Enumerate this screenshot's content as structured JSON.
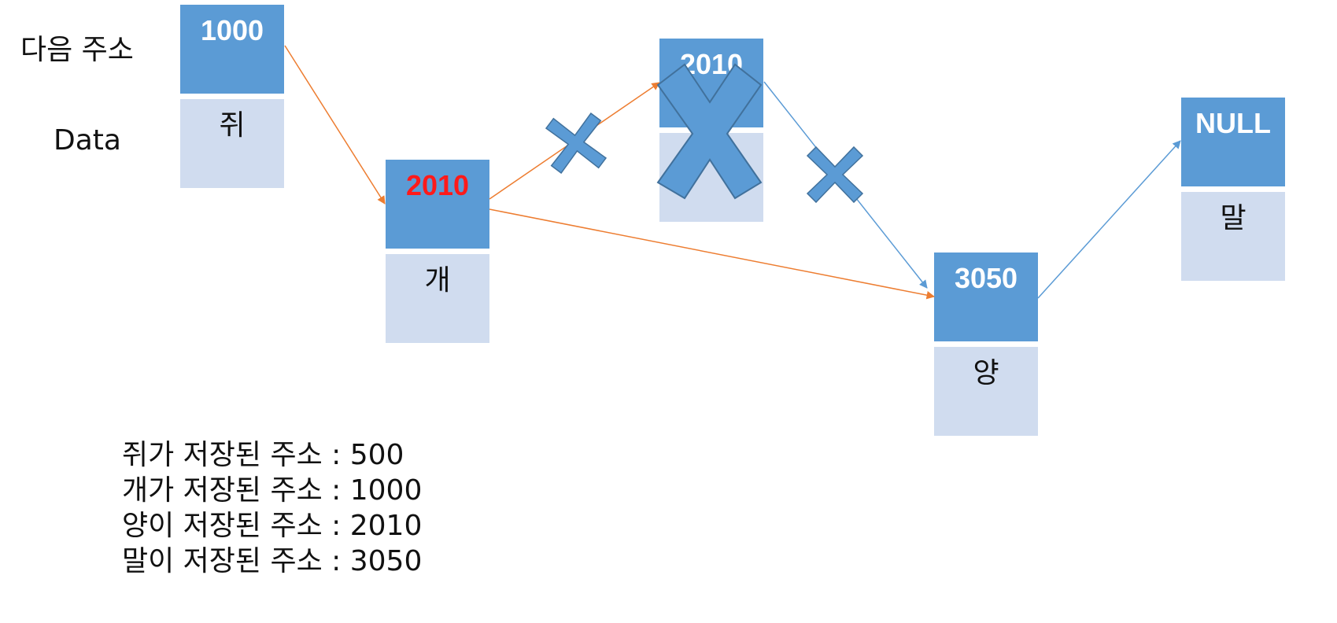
{
  "labels": {
    "next_address": "다음 주소",
    "data": "Data"
  },
  "nodes": [
    {
      "id": "mouse",
      "address": "1000",
      "value": "쥐"
    },
    {
      "id": "dog",
      "address": "2010",
      "value": "개"
    },
    {
      "id": "deleted",
      "address": "2010",
      "value": ""
    },
    {
      "id": "sheep",
      "address": "3050",
      "value": "양"
    },
    {
      "id": "horse",
      "address": "NULL",
      "value": "말"
    }
  ],
  "memory_notes": [
    "쥐가 저장된 주소 : 500",
    "개가 저장된 주소 : 1000",
    "양이 저장된 주소 : 2010",
    "말이 저장된 주소 : 3050"
  ],
  "colors": {
    "address_fill": "#5b9bd5",
    "data_fill": "#d0dcef",
    "orange_link": "#ed7d31",
    "blue_link": "#5b9bd5",
    "highlight_text": "#ff1a1a"
  },
  "icons": [
    "cross-mark-icon",
    "large-x-icon"
  ]
}
